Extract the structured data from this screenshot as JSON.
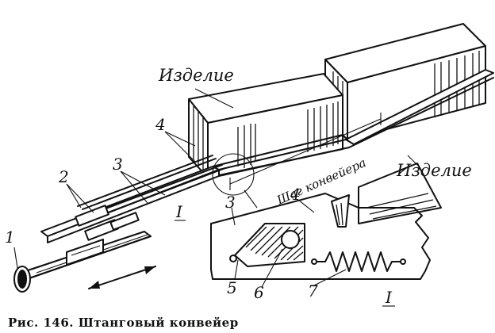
{
  "figure": {
    "product_label_top": "Изделие",
    "product_label_detail": "Изделие",
    "conveyor_step_label": "Шаг конвейера",
    "detail_view_label": "I",
    "callout_view_label": "I",
    "caption": "Рис. 146. Штанговый конвейер",
    "part_numbers": {
      "p1": "1",
      "p2": "2",
      "p3_main": "3",
      "p3_detail": "3",
      "p4_main": "4",
      "p4_detail": "4",
      "p5": "5",
      "p6": "6",
      "p7": "7"
    }
  },
  "colors": {
    "ink": "#111111",
    "paper": "#ffffff"
  }
}
